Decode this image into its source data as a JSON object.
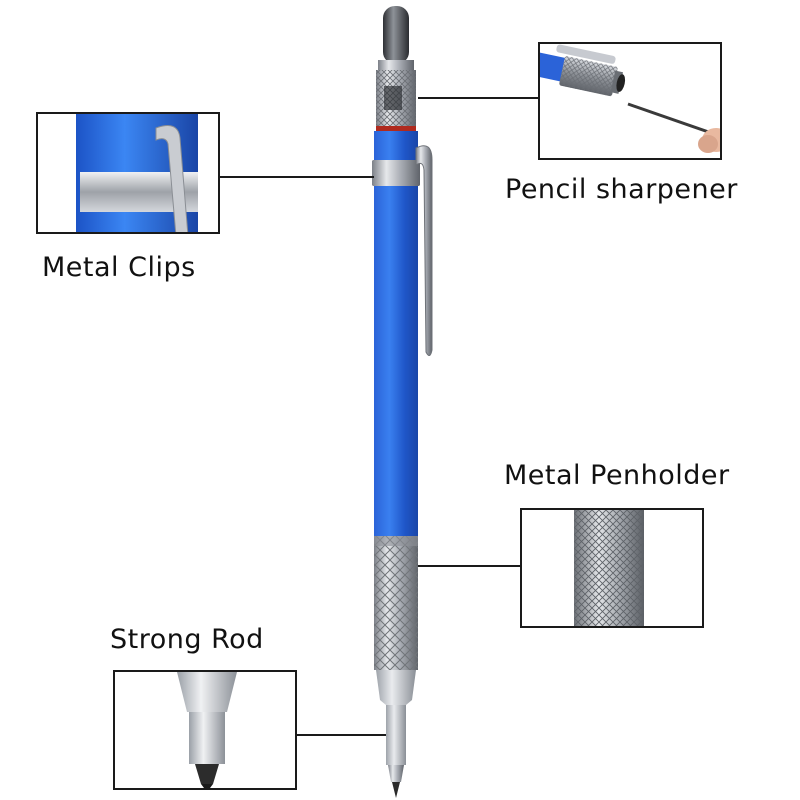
{
  "callouts": {
    "sharpener": "Pencil sharpener",
    "clips": "Metal Clips",
    "penholder": "Metal Penholder",
    "rod": "Strong Rod"
  },
  "colors": {
    "barrel_blue": "#1f5fd6",
    "metal": "#b8bcc2",
    "lead": "#2a2a2a"
  }
}
